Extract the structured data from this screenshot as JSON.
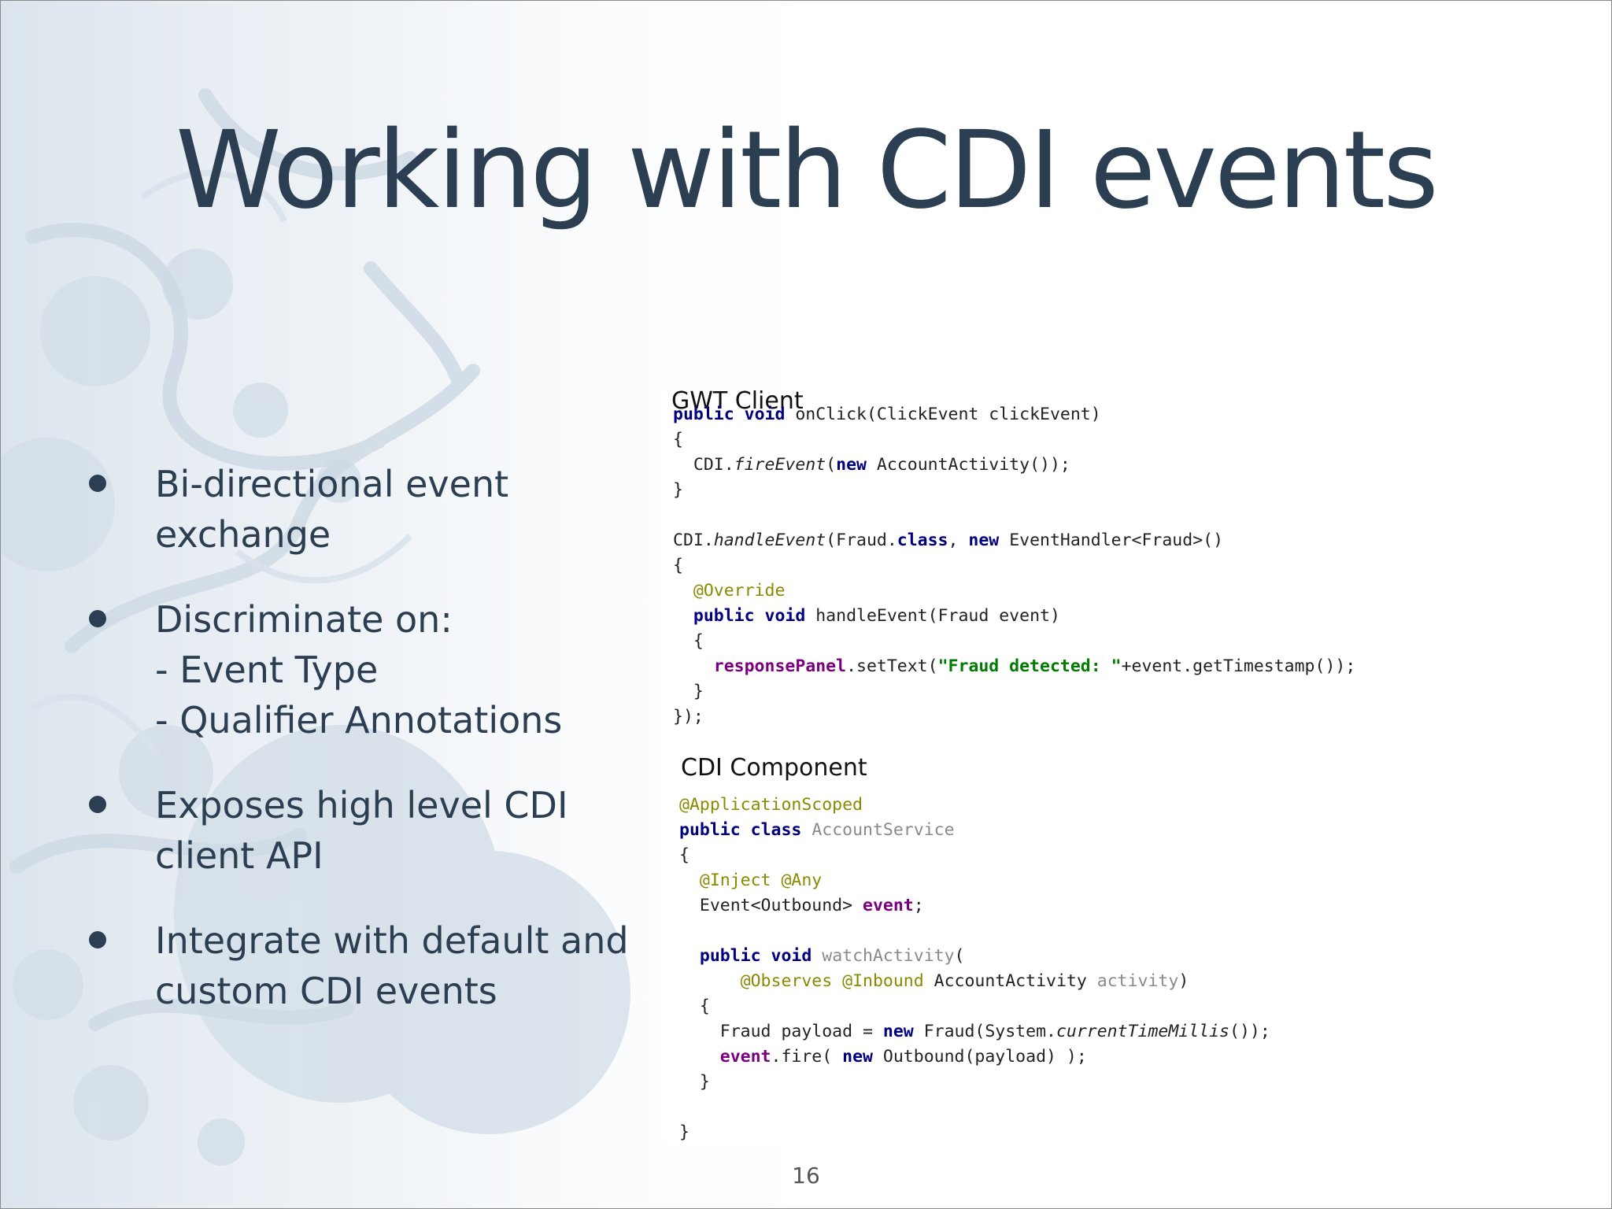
{
  "slide": {
    "title": "Working with CDI events",
    "page_number": "16"
  },
  "bullets": [
    {
      "lines": [
        "Bi-directional event",
        "exchange"
      ]
    },
    {
      "lines": [
        "Discriminate on:",
        "- Event Type",
        "- Qualifier Annotations"
      ]
    },
    {
      "lines": [
        "Exposes high level CDI",
        "client API"
      ]
    },
    {
      "lines": [
        "Integrate with default and",
        "custom CDI events"
      ]
    }
  ],
  "code": {
    "gwt_label": "GWT Client",
    "gwt_lines": [
      "public void onClick(ClickEvent clickEvent)",
      "{",
      "  CDI.fireEvent(new AccountActivity());",
      "}",
      "",
      "CDI.handleEvent(Fraud.class, new EventHandler<Fraud>()",
      "{",
      "  @Override",
      "  public void handleEvent(Fraud event)",
      "  {",
      "    responsePanel.setText(\"Fraud detected: \"+event.getTimestamp());",
      "  }",
      "});"
    ],
    "cdi_label": "CDI Component",
    "cdi_lines": [
      "@ApplicationScoped",
      "public class AccountService",
      "{",
      "  @Inject @Any",
      "  Event<Outbound> event;",
      "",
      "  public void watchActivity(",
      "      @Observes @Inbound AccountActivity activity)",
      "  {",
      "    Fraud payload = new Fraud(System.currentTimeMillis());",
      "    event.fire( new Outbound(payload) );",
      "  }",
      "",
      "}"
    ]
  },
  "colors": {
    "title": "#2b3e52",
    "keyword": "#00007f",
    "annotation": "#8a8a00",
    "string": "#007a00",
    "field": "#7a0080",
    "background_art": "#dde6ee"
  }
}
